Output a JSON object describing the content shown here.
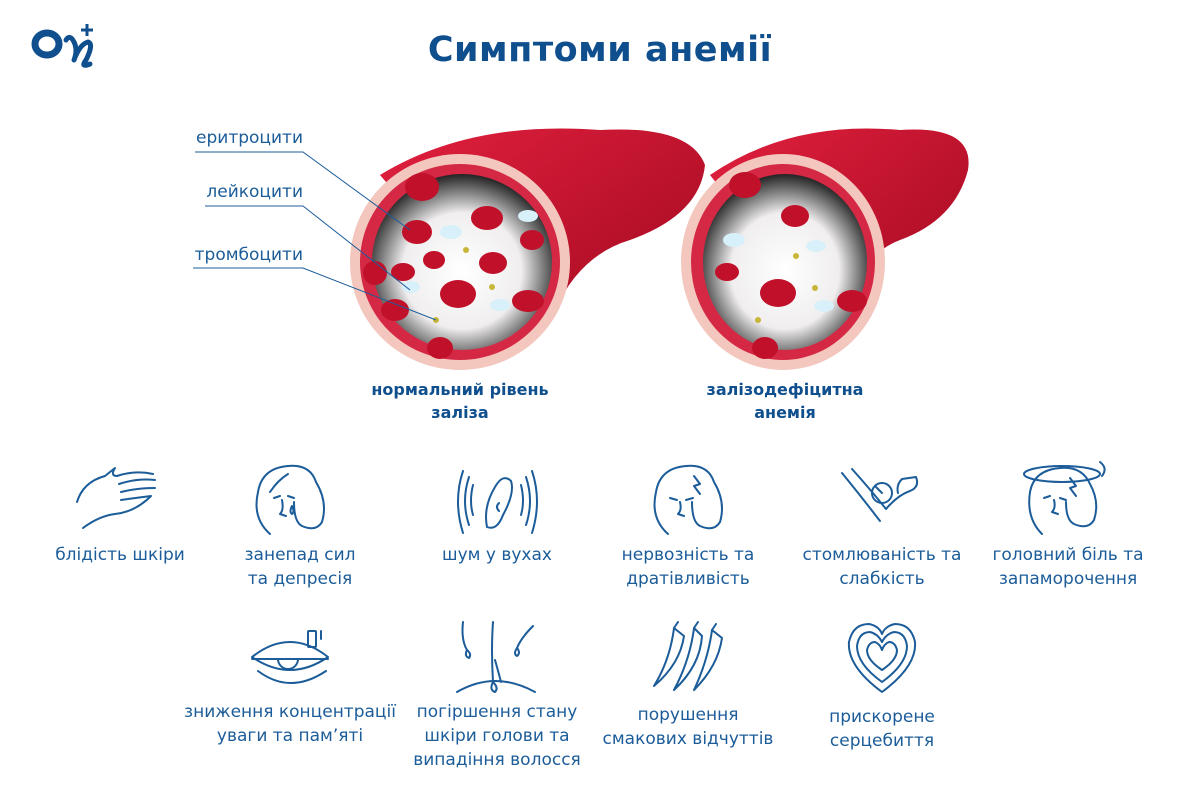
{
  "logo": {
    "text": "On+"
  },
  "title": "Симптоми анемії",
  "labels": {
    "erythrocytes": "еритроцити",
    "leukocytes": "лейкоцити",
    "platelets": "тромбоцити"
  },
  "captions": {
    "normal": [
      "нормальний рівень",
      "заліза"
    ],
    "anemia": [
      "залізодефіцитна",
      "анемія"
    ]
  },
  "symptoms": [
    {
      "icon": "hand-icon",
      "lines": [
        "блідість шкіри"
      ]
    },
    {
      "icon": "crying-face-icon",
      "lines": [
        "занепад сил",
        "та депресія"
      ]
    },
    {
      "icon": "ear-noise-icon",
      "lines": [
        "шум у вухах"
      ]
    },
    {
      "icon": "angry-face-icon",
      "lines": [
        "нервозність та",
        "дратівливість"
      ]
    },
    {
      "icon": "tired-arm-icon",
      "lines": [
        "стомлюваність та",
        "слабкість"
      ]
    },
    {
      "icon": "dizzy-head-icon",
      "lines": [
        "головний біль та",
        "запаморочення"
      ]
    },
    {
      "icon": "eye-low-battery-icon",
      "lines": [
        "зниження концентрації",
        "уваги та пам’яті"
      ]
    },
    {
      "icon": "hair-loss-icon",
      "lines": [
        "погіршення стану",
        "шкіри голови та",
        "випадіння волосся"
      ]
    },
    {
      "icon": "chili-peppers-icon",
      "lines": [
        "порушення",
        "смакових відчуттів"
      ]
    },
    {
      "icon": "heartbeat-icon",
      "lines": [
        "прискорене",
        "серцебиття"
      ]
    }
  ],
  "colors": {
    "brand": "#0f4f8e",
    "text": "#1b5c99",
    "blood": "#c0102a"
  }
}
